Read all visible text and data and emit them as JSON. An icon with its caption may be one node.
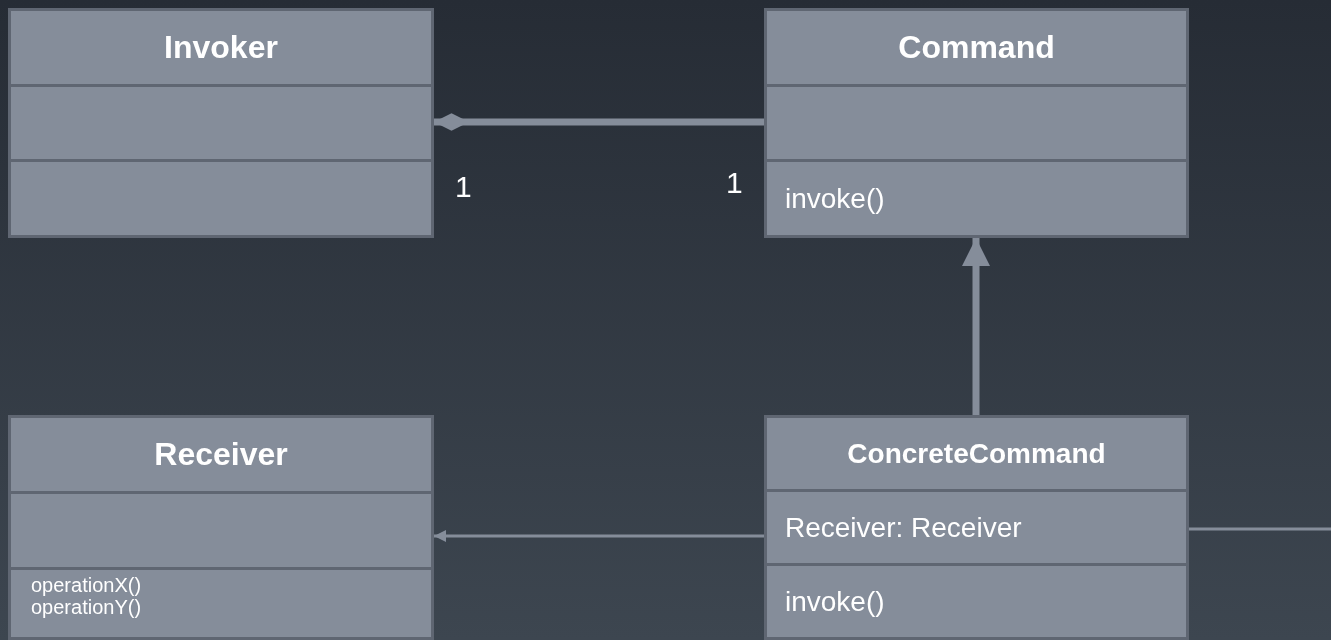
{
  "diagram": {
    "nodes": [
      {
        "text": [],
        "shape": "box"
      },
      {
        "text": [
          "Invoker"
        ],
        "in": 0
      },
      {
        "text": [],
        "shape": "box",
        "in": 0
      },
      {
        "text": [],
        "shape": "box",
        "in": 0
      },
      {
        "text": [],
        "shape": "box"
      },
      {
        "text": [
          "Command"
        ],
        "in": 4
      },
      {
        "text": [],
        "shape": "box",
        "in": 4
      },
      {
        "text": [
          "invoke()"
        ],
        "in": 4
      },
      {
        "text": [],
        "shape": "box"
      },
      {
        "text": [
          "Receiver"
        ],
        "in": 8
      },
      {
        "text": [],
        "shape": "box",
        "in": 8
      },
      {
        "text": [
          "operationX()",
          "operationY()"
        ],
        "in": 8
      },
      {
        "text": [],
        "shape": "box"
      },
      {
        "text": [
          "ConcreteCommand"
        ],
        "in": 12
      },
      {
        "text": [
          "Receiver: Receiver"
        ],
        "in": 12
      },
      {
        "text": [
          "invoke()"
        ],
        "in": 12
      }
    ],
    "edges": [
      {
        "from": 0,
        "to": 4,
        "arrow": "other",
        "style": "thick"
      },
      {
        "from": 12,
        "to": 4,
        "arrow": "to",
        "style": "thick"
      },
      {
        "from": 12,
        "to": 8,
        "arrow": "to"
      },
      {
        "from": 12,
        "to": null,
        "arrow": "none"
      }
    ],
    "labels": [
      "1",
      "1"
    ]
  }
}
